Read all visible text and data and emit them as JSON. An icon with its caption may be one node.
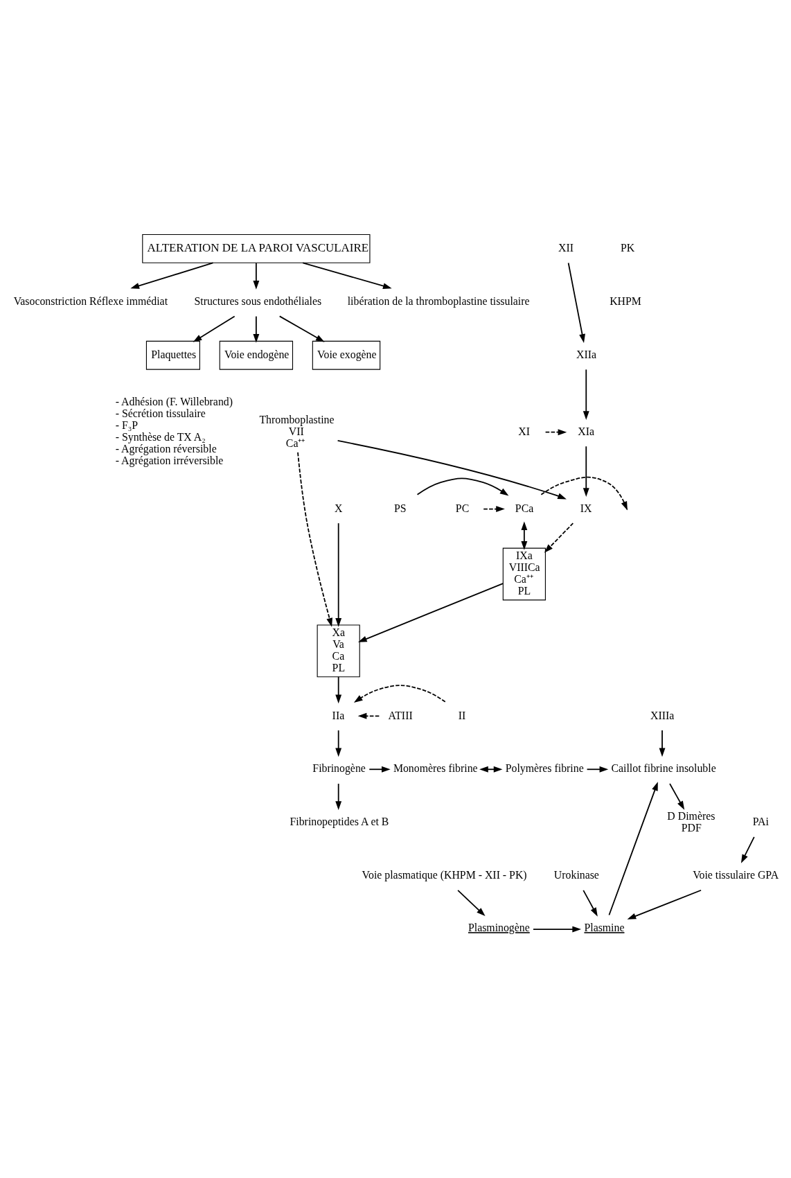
{
  "diagram": {
    "nodes": [
      {
        "text": [
          "ALTERATION DE LA PAROI VASCULAIRE"
        ]
      },
      {
        "text": [
          "Vasoconstriction Réflexe immédiat"
        ]
      },
      {
        "text": [
          "Structures sous endothéliales"
        ]
      },
      {
        "text": [
          "libération de la thromboplastine tissulaire"
        ]
      },
      {
        "text": [
          "Plaquettes"
        ],
        "beside": [
          "- Adhésion (F. Willebrand)",
          "- Sécrétion tissulaire",
          "- F₃P",
          "- Synthèse de TX A₂",
          "- Agrégation réversible",
          "- Agrégation irréversible"
        ]
      },
      {
        "text": [
          "Voie endogène"
        ]
      },
      {
        "text": [
          "Voie exogène"
        ]
      },
      {
        "text": [
          "XII"
        ]
      },
      {
        "text": [
          "XIIa"
        ]
      },
      {
        "text": [
          "XI"
        ]
      },
      {
        "text": [
          "XIa"
        ]
      },
      {
        "text": [
          "Thromboplastine",
          "VII",
          "Ca⁺⁺"
        ]
      },
      {
        "text": [
          "IX"
        ]
      },
      {
        "text": [
          "IXa",
          "VIIICa",
          "Ca⁺⁺",
          "PL"
        ]
      },
      {
        "text": [
          "X"
        ]
      },
      {
        "text": [
          "Xa",
          "Va",
          "Ca",
          "PL"
        ]
      },
      {
        "text": [
          "PS"
        ]
      },
      {
        "text": [
          "PC"
        ]
      },
      {
        "text": [
          "PCa"
        ]
      },
      {
        "text": [
          "ATIII"
        ]
      },
      {
        "text": [
          "IIa"
        ]
      },
      {
        "text": [
          "II"
        ]
      },
      {
        "text": [
          "Fibrinogène"
        ]
      },
      {
        "text": [
          "Monomères fibrine"
        ]
      },
      {
        "text": [
          "Polymères fibrine"
        ]
      },
      {
        "text": [
          "XIIIa"
        ]
      },
      {
        "text": [
          "Caillot fibrine insoluble"
        ]
      },
      {
        "text": [
          "Fibrinopeptides A et B"
        ]
      },
      {
        "text": [
          "D Dimères",
          "PDF"
        ]
      },
      {
        "text": [
          "PAi"
        ]
      },
      {
        "text": [
          "Voie tissulaire GPA"
        ]
      },
      {
        "text": [
          "Urokinase"
        ]
      },
      {
        "text": [
          "Voie plasmatique (KHPM - XII - PK)"
        ]
      },
      {
        "text": [
          "Plasmine"
        ]
      },
      {
        "text": [
          "Plasminogène"
        ]
      }
    ],
    "edges": [
      {
        "from": 0,
        "to": 1,
        "arrow": "to"
      },
      {
        "from": 0,
        "to": 2,
        "arrow": "to"
      },
      {
        "from": 0,
        "to": 3,
        "arrow": "to"
      },
      {
        "from": 2,
        "to": 4,
        "arrow": "to"
      },
      {
        "from": 2,
        "to": 5,
        "arrow": "to"
      },
      {
        "from": 2,
        "to": 6,
        "arrow": "to"
      },
      {
        "from": 7,
        "to": 8,
        "arrow": "to"
      },
      {
        "from": 8,
        "to": 10,
        "arrow": "to"
      },
      {
        "from": 9,
        "to": 10,
        "arrow": "to",
        "style": "dashed"
      },
      {
        "from": 10,
        "to": 12,
        "arrow": "to"
      },
      {
        "from": 11,
        "to": 12,
        "arrow": "to"
      },
      {
        "from": 12,
        "to": 13,
        "arrow": "to",
        "style": "dashed"
      },
      {
        "from": 11,
        "to": 15,
        "arrow": "to",
        "style": "dashed"
      },
      {
        "from": 13,
        "to": 15,
        "arrow": "to"
      },
      {
        "from": 14,
        "to": 15,
        "arrow": "to"
      },
      {
        "from": 16,
        "to": 18,
        "arrow": "to"
      },
      {
        "from": 17,
        "to": 18,
        "arrow": "to",
        "style": "dashed"
      },
      {
        "from": 18,
        "to": 13,
        "arrow": "both"
      },
      {
        "from": 18,
        "to": null,
        "arrow": "to",
        "style": "dashed"
      },
      {
        "from": 19,
        "to": 20,
        "arrow": "to",
        "style": "dashed"
      },
      {
        "from": 21,
        "to": 20,
        "arrow": "to",
        "style": "dashed"
      },
      {
        "from": 15,
        "to": 20,
        "arrow": "to"
      },
      {
        "from": 20,
        "to": 22,
        "arrow": "to"
      },
      {
        "from": 22,
        "to": 23,
        "arrow": "to"
      },
      {
        "from": 22,
        "to": 27,
        "arrow": "to"
      },
      {
        "from": 23,
        "to": 24,
        "arrow": "both"
      },
      {
        "from": 24,
        "to": 26,
        "arrow": "to"
      },
      {
        "from": 25,
        "to": 26,
        "arrow": "to"
      },
      {
        "from": 26,
        "to": 28,
        "arrow": "to"
      },
      {
        "from": 29,
        "to": 30,
        "arrow": "to"
      },
      {
        "from": 30,
        "to": 33,
        "arrow": "to"
      },
      {
        "from": 31,
        "to": 33,
        "arrow": "to"
      },
      {
        "from": 32,
        "to": 34,
        "arrow": "to"
      },
      {
        "from": 34,
        "to": 33,
        "arrow": "to"
      },
      {
        "from": 33,
        "to": 26,
        "arrow": "to"
      }
    ],
    "labels": [
      "PK",
      "KHPM"
    ]
  }
}
